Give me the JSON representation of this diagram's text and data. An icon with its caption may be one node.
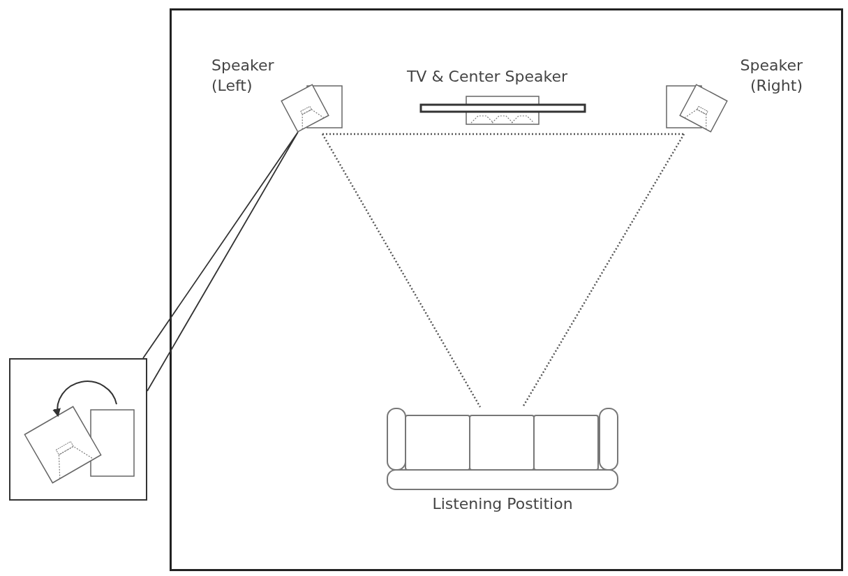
{
  "diagram": {
    "nodes": [
      {
        "text": [
          "Speaker (Left)"
        ]
      },
      {
        "text": [
          "TV & Center Speaker"
        ]
      },
      {
        "text": [
          "Speaker (Right)"
        ]
      },
      {
        "text": [
          "Listening Postition"
        ]
      },
      {
        "text": [],
        "shape": "box"
      }
    ],
    "edges": [
      {
        "from": 0,
        "to": 2,
        "arrow": "none",
        "style": "dashed"
      },
      {
        "from": 0,
        "to": 3,
        "arrow": "none",
        "style": "dashed"
      },
      {
        "from": 2,
        "to": 3,
        "arrow": "none",
        "style": "dashed"
      },
      {
        "from": 0,
        "to": 4,
        "arrow": "none"
      }
    ]
  }
}
